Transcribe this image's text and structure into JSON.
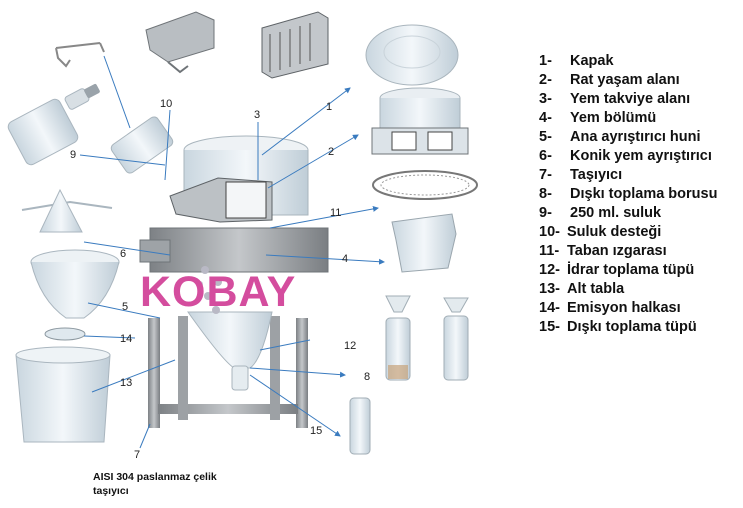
{
  "logo": {
    "text": "KOBAY"
  },
  "legend": [
    {
      "num": "1-",
      "label": "Kapak"
    },
    {
      "num": "2-",
      "label": "Rat yaşam alanı"
    },
    {
      "num": "3-",
      "label": "Yem takviye alanı"
    },
    {
      "num": "4-",
      "label": "Yem bölümü"
    },
    {
      "num": "5-",
      "label": "Ana ayrıştırıcı huni"
    },
    {
      "num": "6-",
      "label": "Konik yem ayrıştırıcı"
    },
    {
      "num": "7-",
      "label": "Taşıyıcı"
    },
    {
      "num": "8-",
      "label": "Dışkı toplama borusu"
    },
    {
      "num": "9-",
      "label": "250 ml. suluk"
    },
    {
      "num": "10-",
      "label": "Suluk desteği"
    },
    {
      "num": "11-",
      "label": "Taban ızgarası"
    },
    {
      "num": "12-",
      "label": "İdrar toplama tüpü"
    },
    {
      "num": "13-",
      "label": "Alt tabla"
    },
    {
      "num": "14-",
      "label": "Emisyon halkası"
    },
    {
      "num": "15-",
      "label": "Dışkı toplama tüpü"
    }
  ],
  "callouts": [
    "1",
    "2",
    "3",
    "4",
    "5",
    "6",
    "7",
    "8",
    "9",
    "10",
    "11",
    "12",
    "13",
    "14",
    "15"
  ],
  "footnote": {
    "line1": "AISI 304 paslanmaz çelik",
    "line2": "taşıyıcı"
  },
  "colors": {
    "logo": "#d44d9e",
    "steel": "#8c8f93",
    "plastic": "#dfe8ee",
    "line": "#3a7bbf"
  }
}
